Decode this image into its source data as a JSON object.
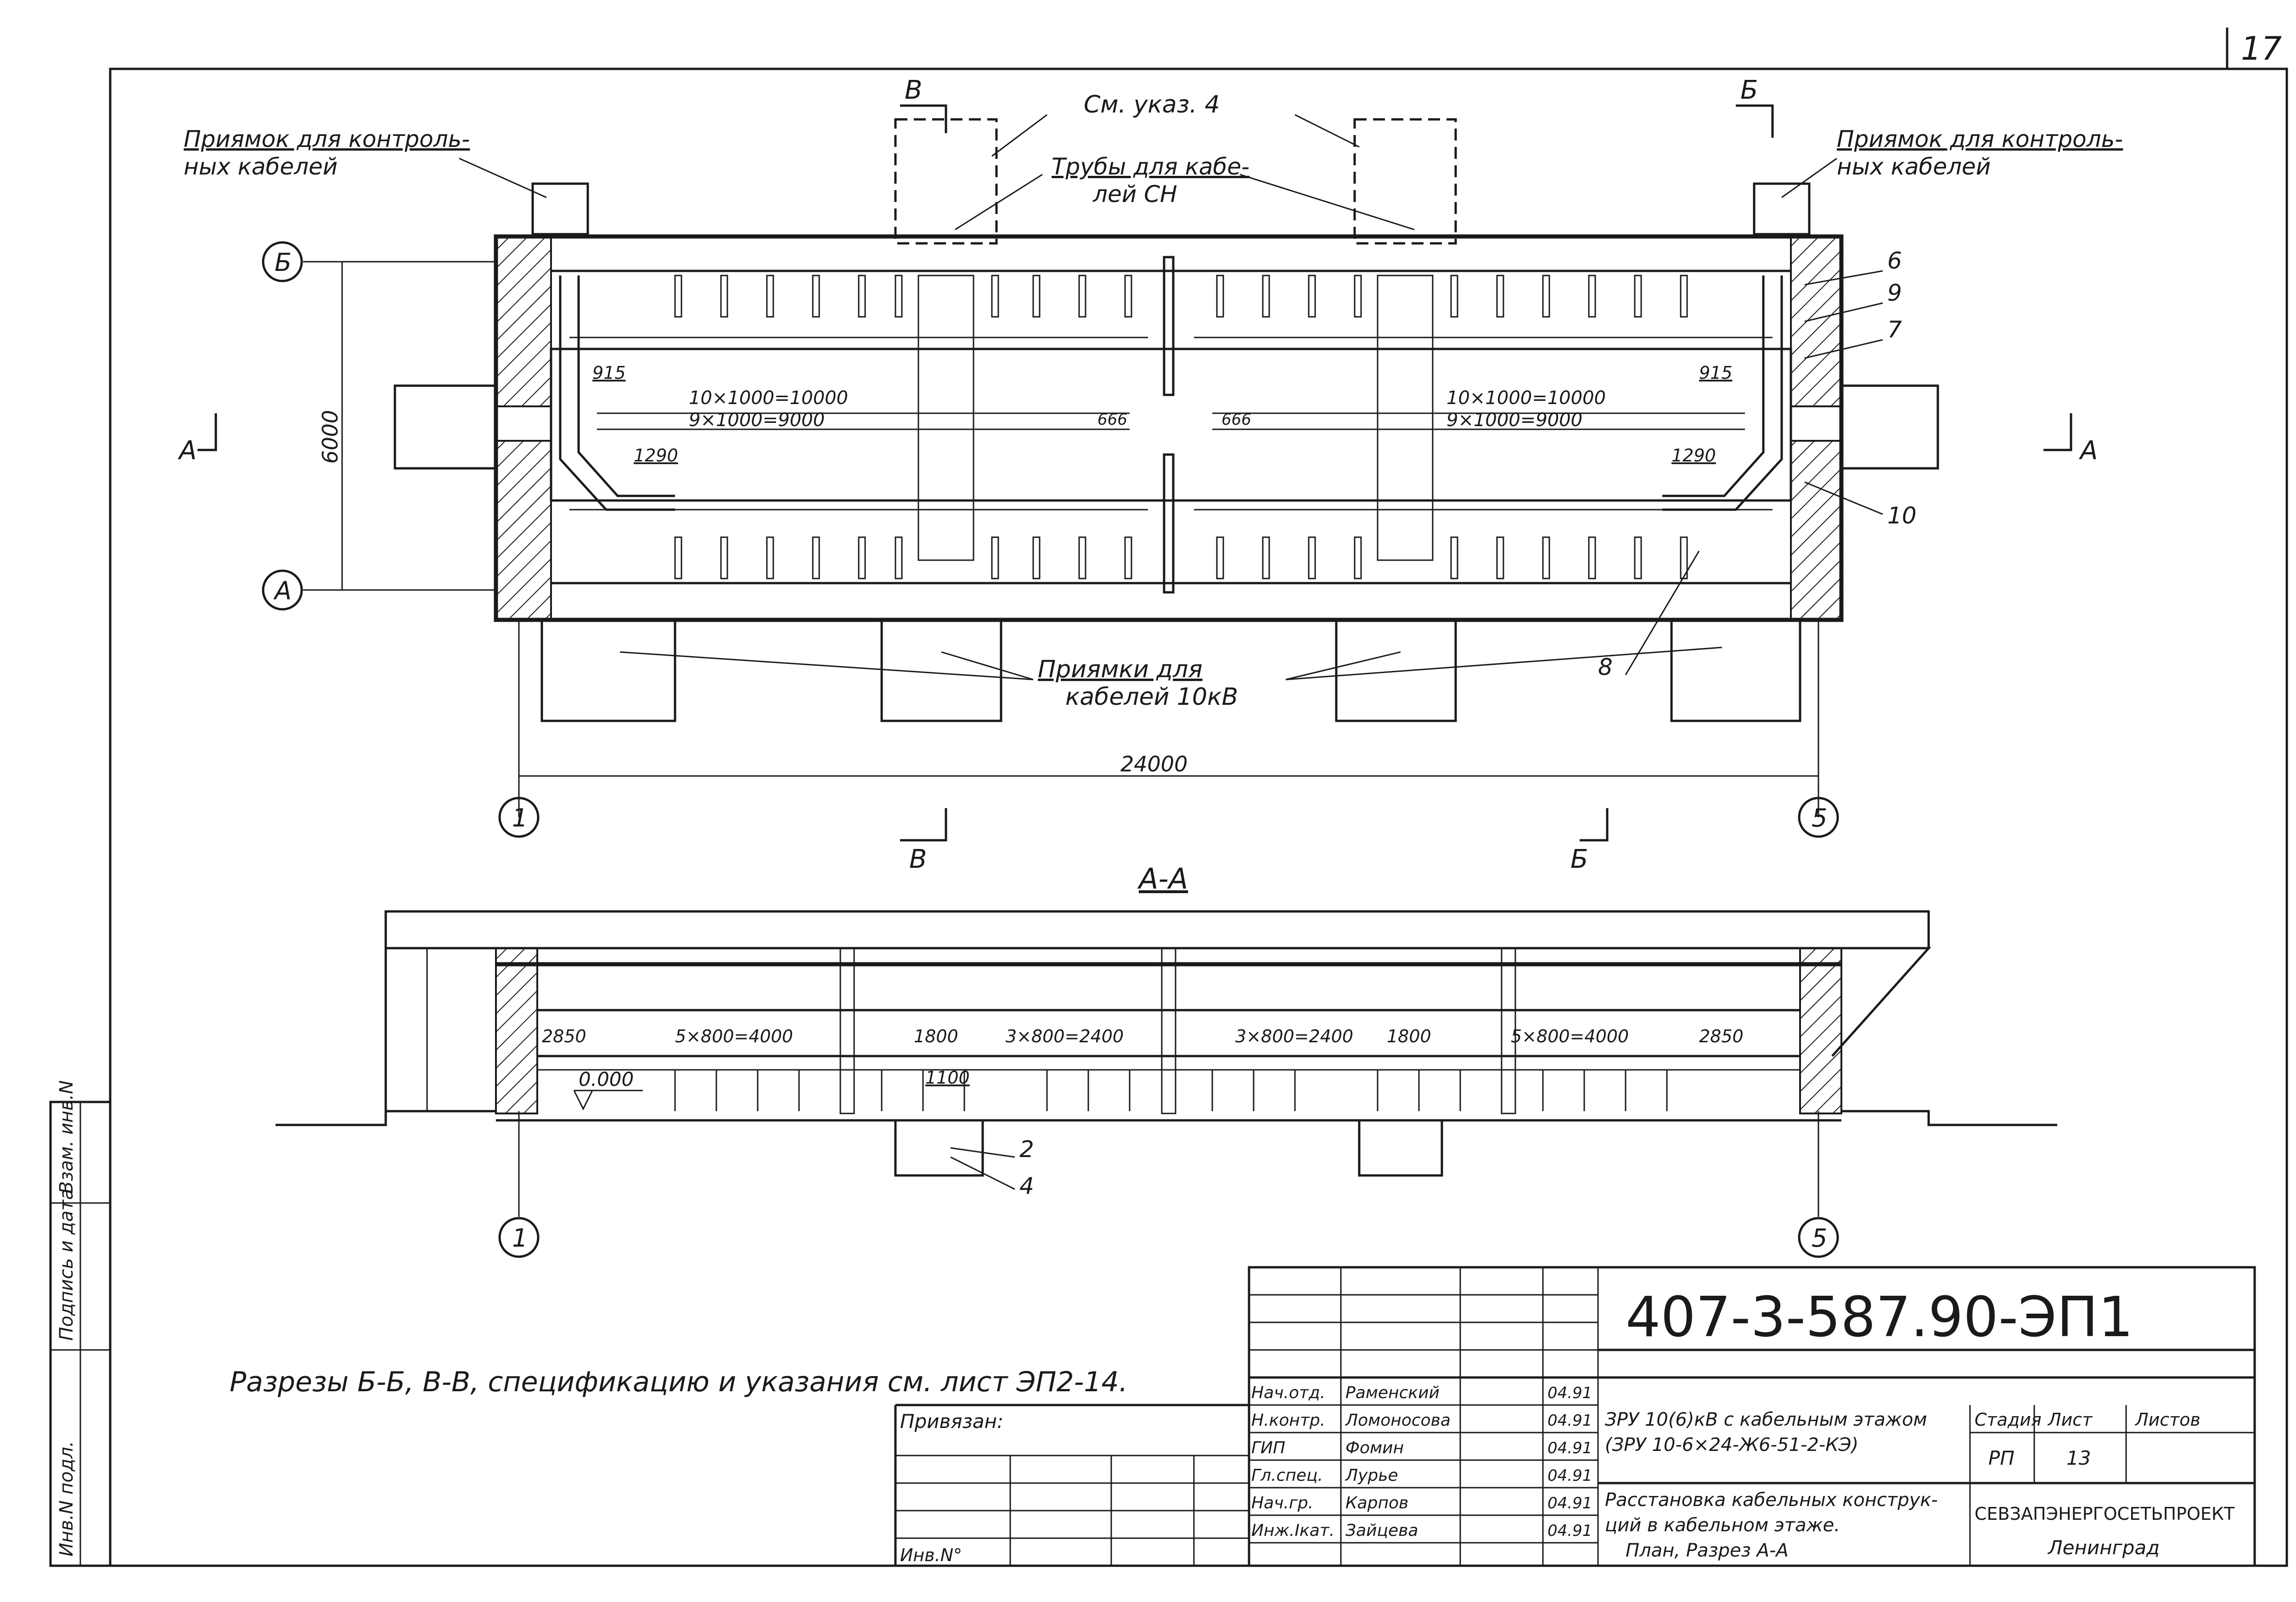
{
  "sheet_number": "17",
  "side_labels": {
    "inv_podl": "Инв.N подл.",
    "podpis": "Подпись и дата",
    "vzam": "Взам. инв.N"
  },
  "plan": {
    "callouts": {
      "priyamok_left_1": "Приямок для контроль-",
      "priyamok_left_2": "ных кабелей",
      "priyamok_right_1": "Приямок для контроль-",
      "priyamok_right_2": "ных кабелей",
      "sm_ukaz": "См. указ. 4",
      "truby_1": "Трубы для кабе-",
      "truby_2": "лей СН",
      "priyamki_1": "Приямки для",
      "priyamki_2": "кабелей 10кВ"
    },
    "section_marks": {
      "v_top": "В",
      "b_top": "Б",
      "v_bottom": "В",
      "b_bottom": "Б",
      "a_left": "А",
      "a_right": "А"
    },
    "axes": {
      "row_b": "Б",
      "row_a": "А",
      "col_1": "1",
      "col_5": "5"
    },
    "dimensions": {
      "height": "6000",
      "width": "24000",
      "left_top_1": "10×1000=10000",
      "left_top_2": "9×1000=9000",
      "right_top_1": "10×1000=10000",
      "right_top_2": "9×1000=9000",
      "d915_left": "915",
      "d915_right": "915",
      "d1290_left": "1290",
      "d1290_right": "1290",
      "d666_left": "666",
      "d666_right": "666"
    },
    "positions": [
      "6",
      "9",
      "7",
      "10",
      "8"
    ]
  },
  "section": {
    "title": "А-А",
    "level": "0.000",
    "dims": [
      "2850",
      "5×800=4000",
      "1800",
      "3×800=2400",
      "3×800=2400",
      "1800",
      "5×800=4000",
      "2850"
    ],
    "pit_dim": "1100",
    "positions": [
      "2",
      "4"
    ],
    "axes": {
      "col_1": "1",
      "col_5": "5"
    }
  },
  "note": "Разрезы Б-Б, В-В, спецификацию и указания см. лист ЭП2-14.",
  "stamp": {
    "code": "407-3-587.90-ЭП1",
    "privyazan": "Привязан:",
    "inv": "Инв.N°",
    "roles": [
      {
        "role": "Нач.отд.",
        "name": "Раменский",
        "date": "04.91"
      },
      {
        "role": "Н.контр.",
        "name": "Ломоносова",
        "date": "04.91"
      },
      {
        "role": "ГИП",
        "name": "Фомин",
        "date": "04.91"
      },
      {
        "role": "Гл.спец.",
        "name": "Лурье",
        "date": "04.91"
      },
      {
        "role": "Нач.гр.",
        "name": "Карпов",
        "date": "04.91"
      },
      {
        "role": "Инж.Iкат.",
        "name": "Зайцева",
        "date": "04.91"
      }
    ],
    "project_1": "ЗРУ 10(6)кВ с кабельным этажом",
    "project_2": "(ЗРУ 10-6×24-Ж6-51-2-КЭ)",
    "sheet_title_1": "Расстановка кабельных конструк-",
    "sheet_title_2": "ций в кабельном этаже.",
    "sheet_title_3": "План, Разрез А-А",
    "col_stadia": "Стадия",
    "col_list": "Лист",
    "col_listov": "Листов",
    "stadia": "РП",
    "list": "13",
    "org": "СЕВЗАПЭНЕРГОСЕТЬПРОЕКТ",
    "city": "Ленинград"
  }
}
